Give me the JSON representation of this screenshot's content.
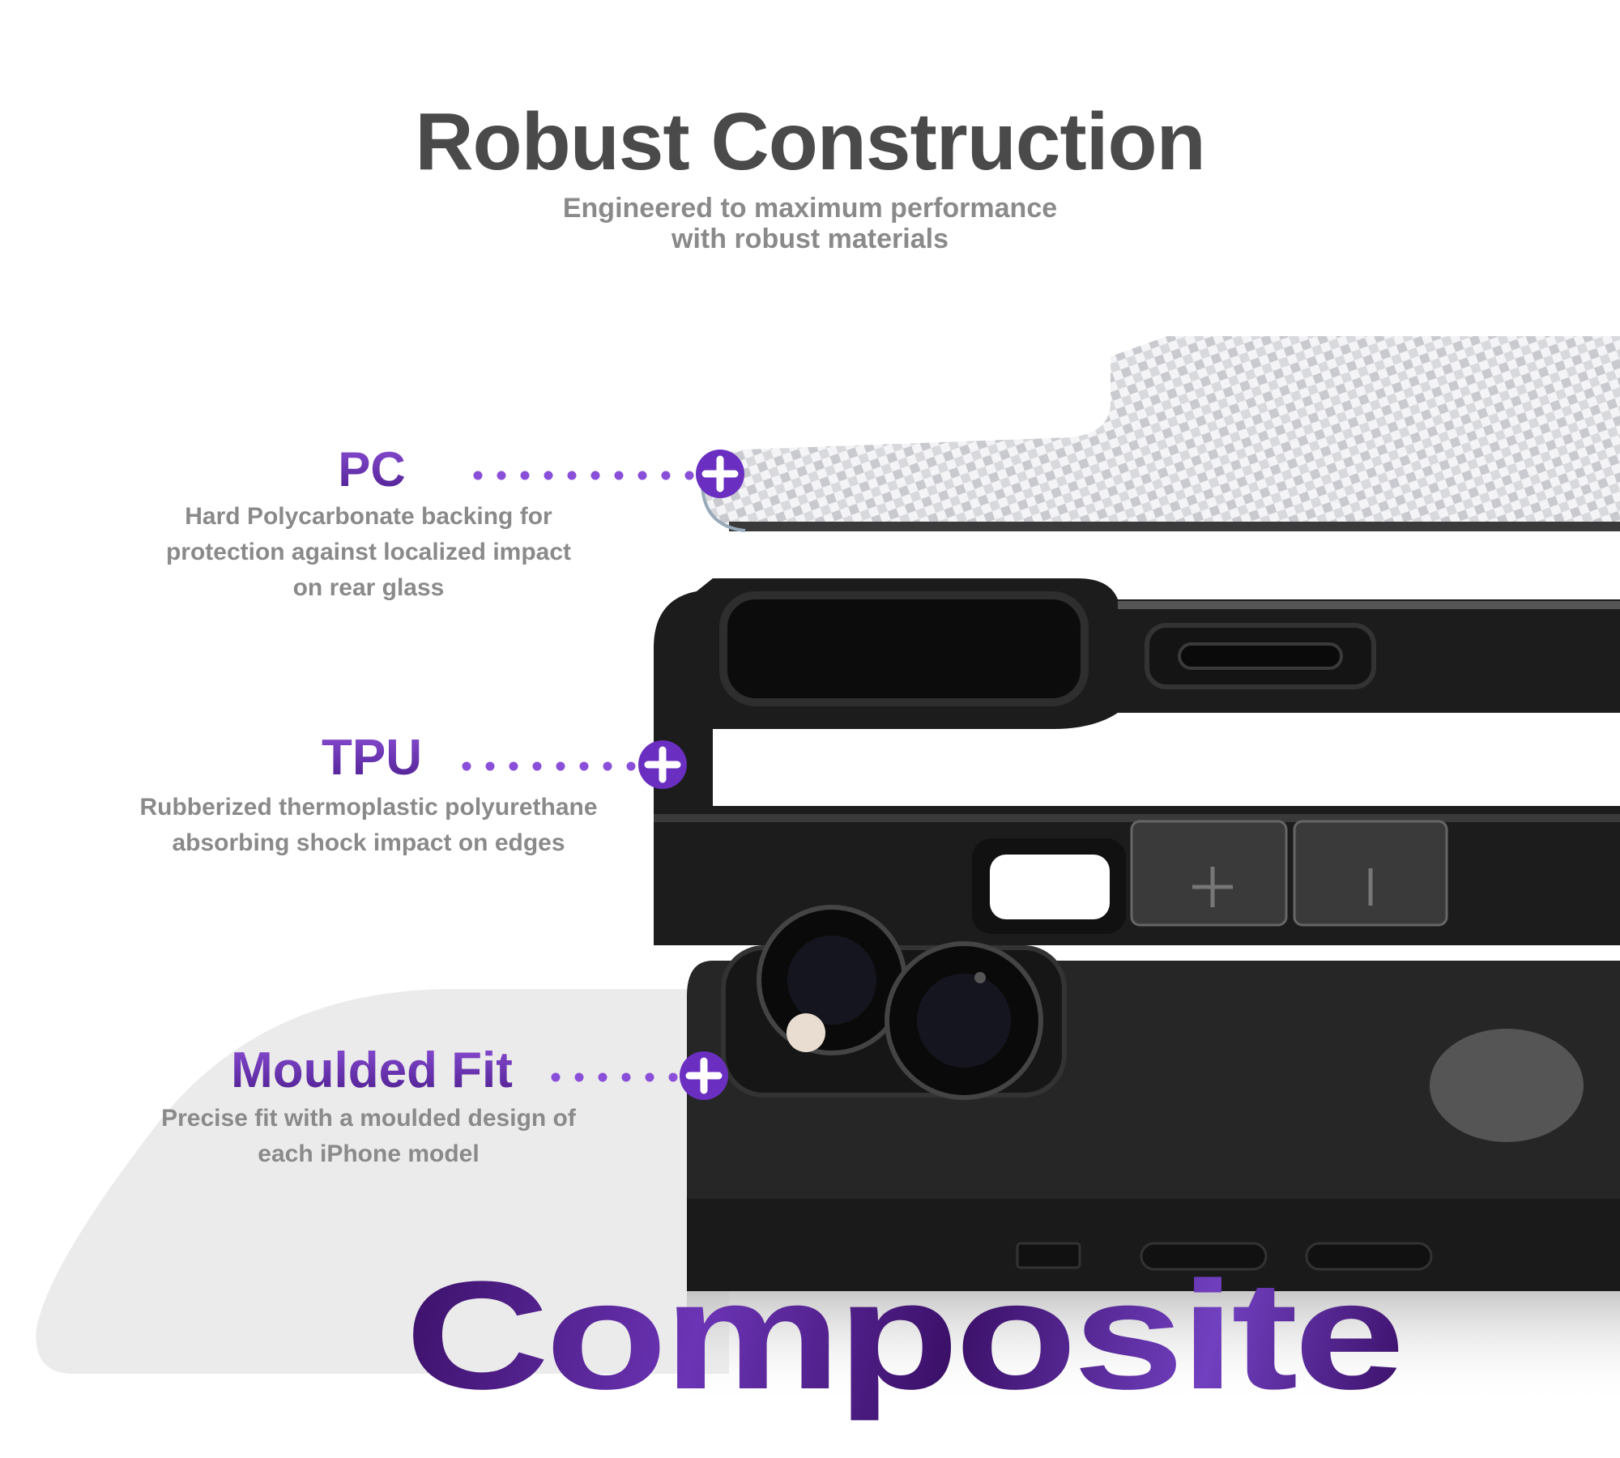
{
  "header": {
    "title": "Robust Construction",
    "subtitle_lines": [
      "Engineered to maximum performance",
      "with robust materials"
    ]
  },
  "features": [
    {
      "title": "PC",
      "description_lines": [
        "Hard Polycarbonate backing for",
        "protection against localized impact",
        "on rear glass"
      ],
      "marker_icon": "plus-circle-icon"
    },
    {
      "title": "TPU",
      "description_lines": [
        "Rubberized thermoplastic polyurethane",
        "absorbing shock impact on edges"
      ],
      "marker_icon": "plus-circle-icon"
    },
    {
      "title": "Moulded Fit",
      "description_lines": [
        "Precise fit with a moulded design of",
        "each iPhone model"
      ],
      "marker_icon": "plus-circle-icon"
    }
  ],
  "footer_word": "Composite",
  "colors": {
    "accent": "#6a2fc0",
    "title": "#4a4a4a",
    "body": "#8a8a8a",
    "panel": "#ebebeb"
  }
}
